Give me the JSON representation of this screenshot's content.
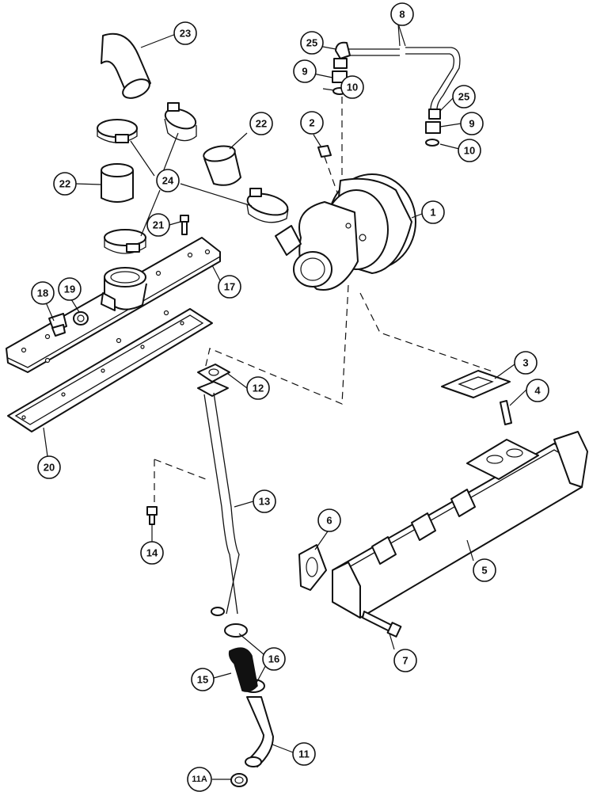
{
  "callouts": {
    "c1": "1",
    "c2": "2",
    "c3": "3",
    "c4": "4",
    "c5": "5",
    "c6": "6",
    "c7": "7",
    "c8": "8",
    "c9a": "9",
    "c9b": "9",
    "c10a": "10",
    "c10b": "10",
    "c11": "11",
    "c11a": "11A",
    "c12": "12",
    "c13": "13",
    "c14": "14",
    "c15": "15",
    "c16": "16",
    "c17": "17",
    "c18": "18",
    "c19": "19",
    "c20": "20",
    "c21": "21",
    "c22a": "22",
    "c22b": "22",
    "c23": "23",
    "c24": "24",
    "c25a": "25",
    "c25b": "25"
  }
}
